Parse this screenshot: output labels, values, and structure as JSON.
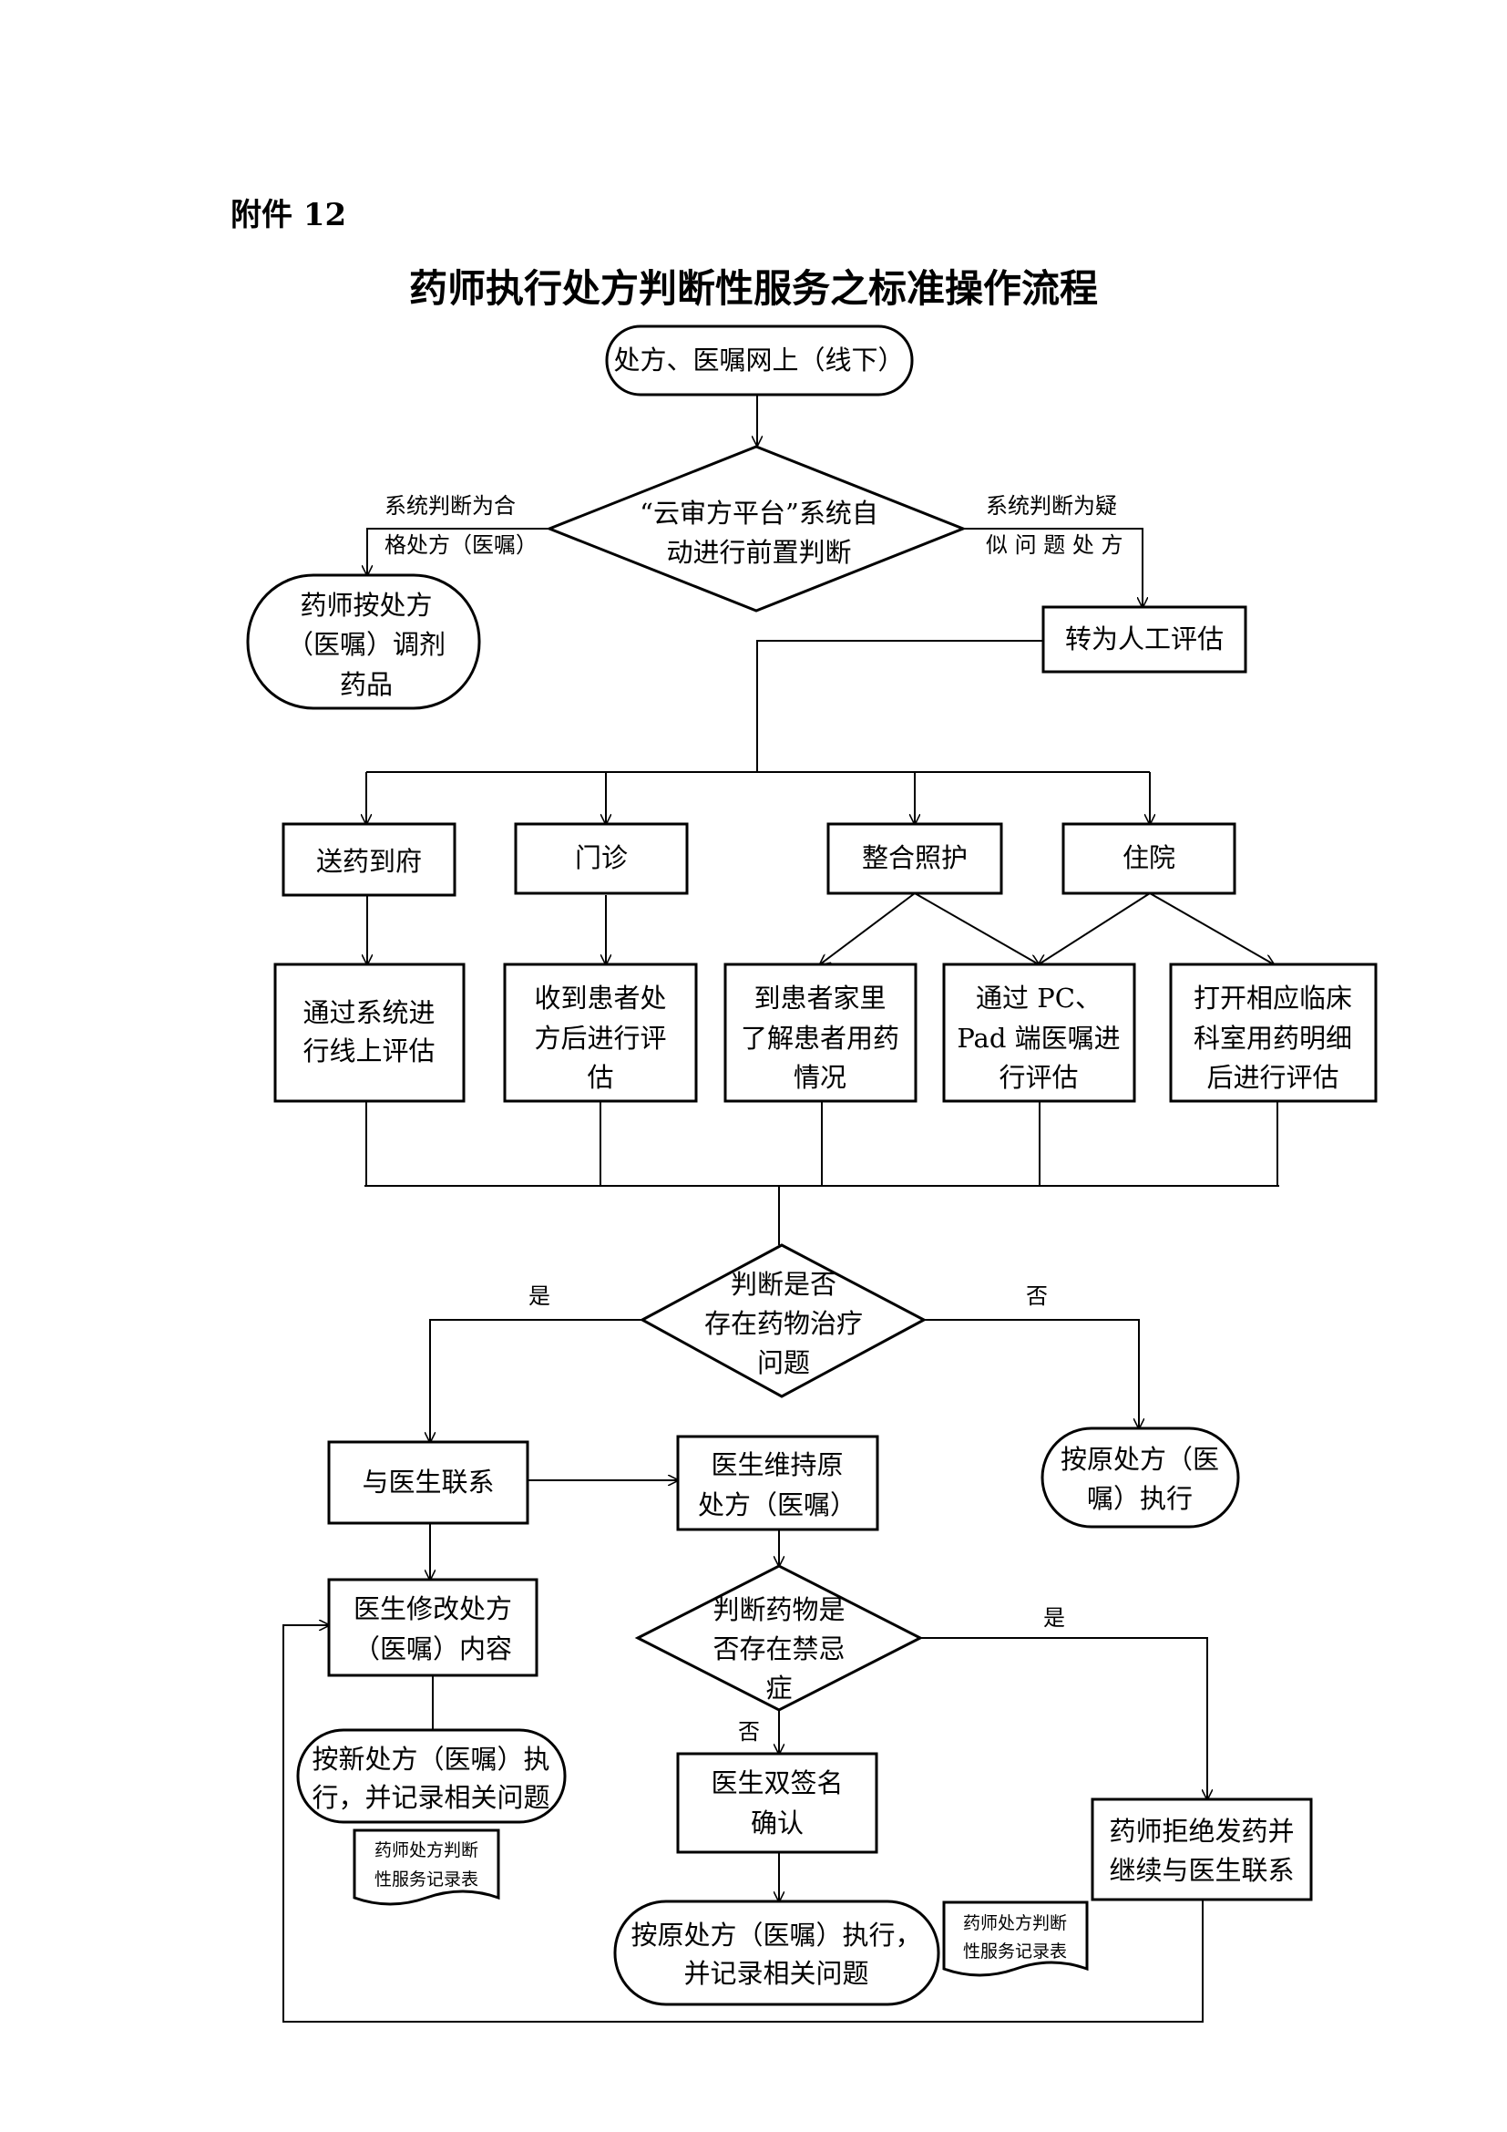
{
  "annex_label": "附件 12",
  "title": "药师执行处方判断性服务之标准操作流程",
  "nodes": {
    "start": "处方、医嘱网上（线下）",
    "platform_check": [
      "“云审方平台”系统自",
      "动进行前置判断"
    ],
    "dispense": [
      "药师按处方",
      "（医嘱）调剂",
      "药品"
    ],
    "manual_review": "转为人工评估",
    "delivery": "送药到府",
    "outpatient": "门诊",
    "integrated_care": "整合照护",
    "inpatient": "住院",
    "eval_online": [
      "通过系统进",
      "行线上评估"
    ],
    "eval_outpatient": [
      "收到患者处",
      "方后进行评",
      "估"
    ],
    "eval_home": [
      "到患者家里",
      "了解患者用药",
      "情况"
    ],
    "eval_pc": [
      "通过 PC、",
      "Pad 端医嘱进",
      "行评估"
    ],
    "eval_ward": [
      "打开相应临床",
      "科室用药明细",
      "后进行评估"
    ],
    "drug_problem_check": [
      "判断是否",
      "存在药物治疗",
      "问题"
    ],
    "contact_doctor": "与医生联系",
    "keep_original": [
      "医生维持原",
      "处方（医嘱）"
    ],
    "execute_original": [
      "按原处方（医",
      "嘱）执行"
    ],
    "modify": [
      "医生修改处方",
      "（医嘱）内容"
    ],
    "contra_check": [
      "判断药物是",
      "否存在禁忌",
      "症"
    ],
    "execute_new": [
      "按新处方（医嘱）执",
      "行，并记录相关问题"
    ],
    "record_form_1": [
      "药师处方判断",
      "性服务记录表"
    ],
    "double_sign": [
      "医生双签名",
      "确认"
    ],
    "execute_original_record": [
      "按原处方（医嘱）执行，",
      "并记录相关问题"
    ],
    "record_form_2": [
      "药师处方判断",
      "性服务记录表"
    ],
    "refuse": [
      "药师拒绝发药并",
      "继续与医生联系"
    ]
  },
  "edge_labels": {
    "qualified": [
      "系统判断为合",
      "格处方（医嘱）"
    ],
    "suspect": [
      "系统判断为疑",
      "似 问 题 处 方"
    ],
    "yes_1": "是",
    "no_1": "否",
    "yes_2": "是",
    "no_2": "否"
  }
}
